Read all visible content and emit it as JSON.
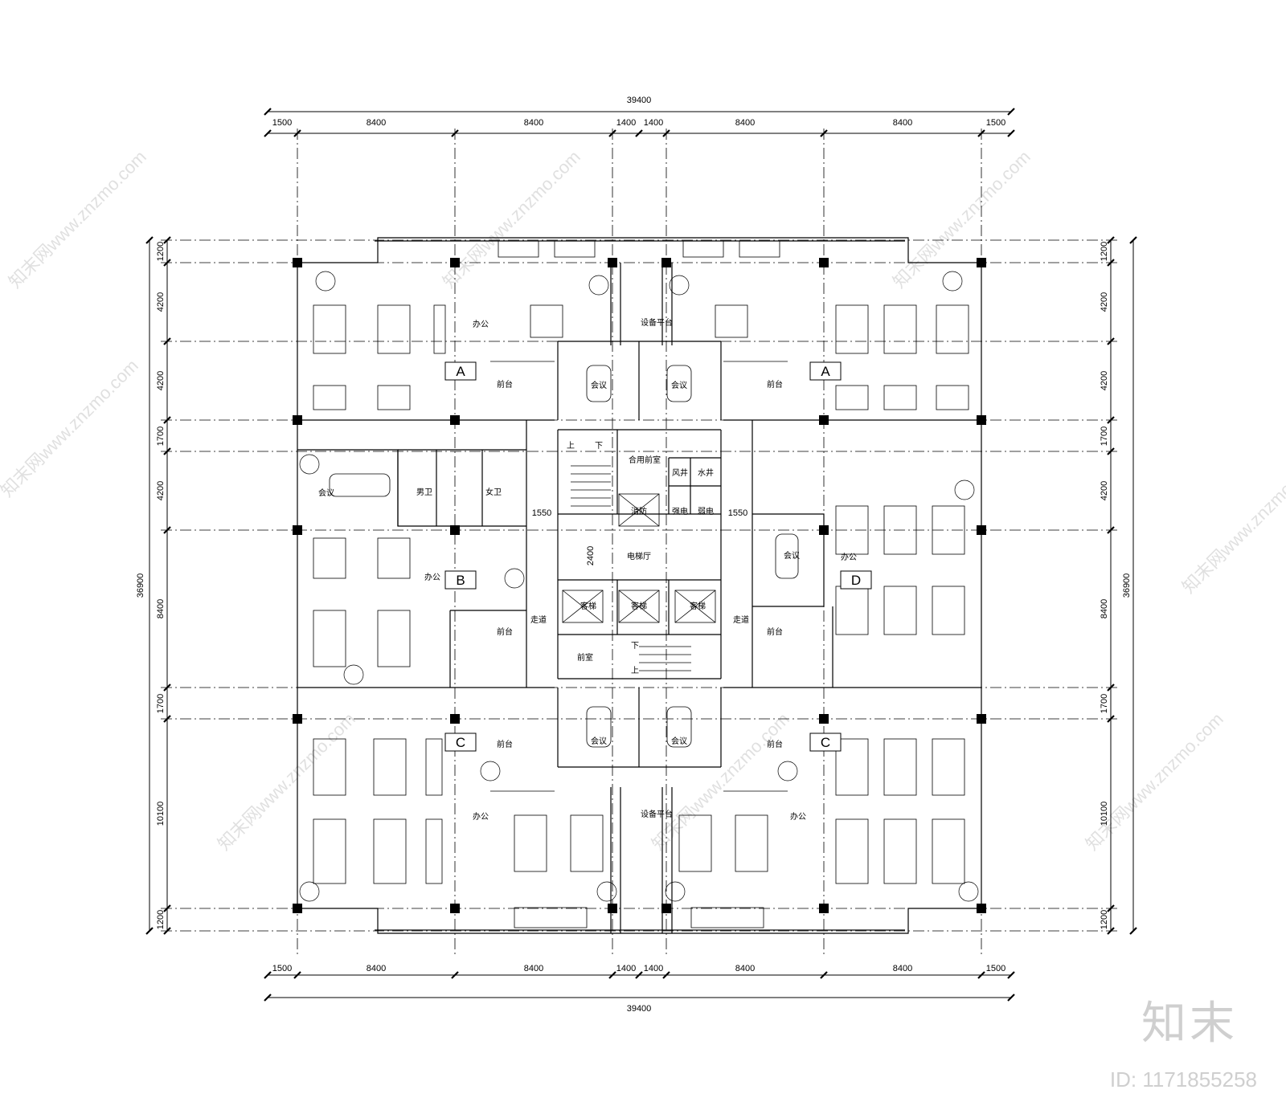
{
  "dimensions": {
    "overall_width": "39400",
    "overall_height": "36900",
    "top_segments": [
      "1500",
      "8400",
      "8400",
      "1400",
      "1400",
      "8400",
      "8400",
      "1500"
    ],
    "bottom_segments": [
      "1500",
      "8400",
      "8400",
      "1400",
      "1400",
      "8400",
      "8400",
      "1500"
    ],
    "left_segments": [
      "1200",
      "4200",
      "4200",
      "1700",
      "4200",
      "8400",
      "1700",
      "10100",
      "1200"
    ],
    "right_segments": [
      "1200",
      "4200",
      "4200",
      "1700",
      "4200",
      "8400",
      "1700",
      "10100",
      "1200"
    ],
    "corridor_widths": [
      "1550",
      "1550"
    ],
    "lobby_depth": "2400"
  },
  "zones": {
    "a_left": "A",
    "a_right": "A",
    "b": "B",
    "c_left": "C",
    "c_right": "C",
    "d": "D"
  },
  "rooms": {
    "office_label": "办公",
    "reception_label": "前台",
    "meeting_label": "会议",
    "equipment_platform": "设备平台",
    "shared_vestibule": "合用前室",
    "air_shaft": "风井",
    "water_shaft": "水井",
    "fire_elevator": "消防",
    "strong_power": "强电",
    "weak_power": "弱电",
    "elevator_hall": "电梯厅",
    "passenger_elevator": "客梯",
    "corridor": "走道",
    "antechamber": "前室",
    "mens_toilet": "男卫",
    "womens_toilet": "女卫",
    "stair_up": "上",
    "stair_down": "下"
  },
  "watermark": {
    "text": "知末网www.znzmo.com",
    "brand": "知末",
    "id": "ID: 1171855258"
  }
}
